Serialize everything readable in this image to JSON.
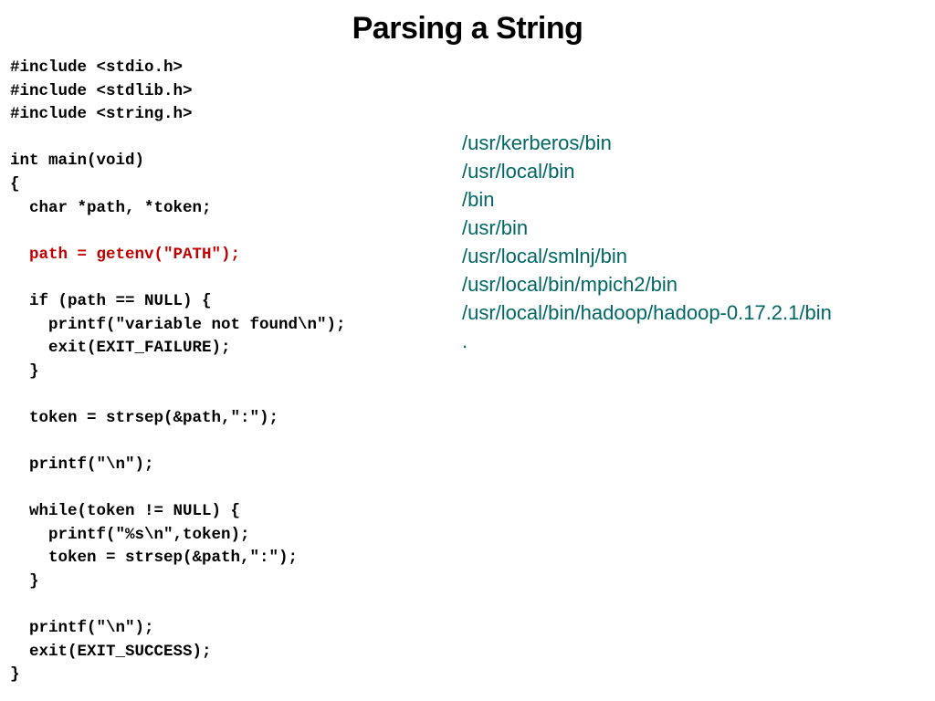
{
  "slide": {
    "title": "Parsing a String"
  },
  "code": {
    "highlight_color": "#c00000",
    "lines": [
      {
        "text": "#include <stdio.h>",
        "highlight": false
      },
      {
        "text": "#include <stdlib.h>",
        "highlight": false
      },
      {
        "text": "#include <string.h>",
        "highlight": false
      },
      {
        "text": "",
        "highlight": false
      },
      {
        "text": "int main(void)",
        "highlight": false
      },
      {
        "text": "{",
        "highlight": false
      },
      {
        "text": "  char *path, *token;",
        "highlight": false
      },
      {
        "text": "",
        "highlight": false
      },
      {
        "text": "  path = getenv(\"PATH\");",
        "highlight": true
      },
      {
        "text": "",
        "highlight": false
      },
      {
        "text": "  if (path == NULL) {",
        "highlight": false
      },
      {
        "text": "    printf(\"variable not found\\n\");",
        "highlight": false
      },
      {
        "text": "    exit(EXIT_FAILURE);",
        "highlight": false
      },
      {
        "text": "  }",
        "highlight": false
      },
      {
        "text": "",
        "highlight": false
      },
      {
        "text": "  token = strsep(&path,\":\");",
        "highlight": false
      },
      {
        "text": "",
        "highlight": false
      },
      {
        "text": "  printf(\"\\n\");",
        "highlight": false
      },
      {
        "text": "",
        "highlight": false
      },
      {
        "text": "  while(token != NULL) {",
        "highlight": false
      },
      {
        "text": "    printf(\"%s\\n\",token);",
        "highlight": false
      },
      {
        "text": "    token = strsep(&path,\":\");",
        "highlight": false
      },
      {
        "text": "  }",
        "highlight": false
      },
      {
        "text": "",
        "highlight": false
      },
      {
        "text": "  printf(\"\\n\");",
        "highlight": false
      },
      {
        "text": "  exit(EXIT_SUCCESS);",
        "highlight": false
      },
      {
        "text": "}",
        "highlight": false
      }
    ]
  },
  "output": {
    "color": "#006666",
    "lines": [
      "/usr/kerberos/bin",
      "/usr/local/bin",
      "/bin",
      "/usr/bin",
      "/usr/local/smlnj/bin",
      "/usr/local/bin/mpich2/bin",
      "/usr/local/bin/hadoop/hadoop-0.17.2.1/bin",
      "."
    ]
  }
}
